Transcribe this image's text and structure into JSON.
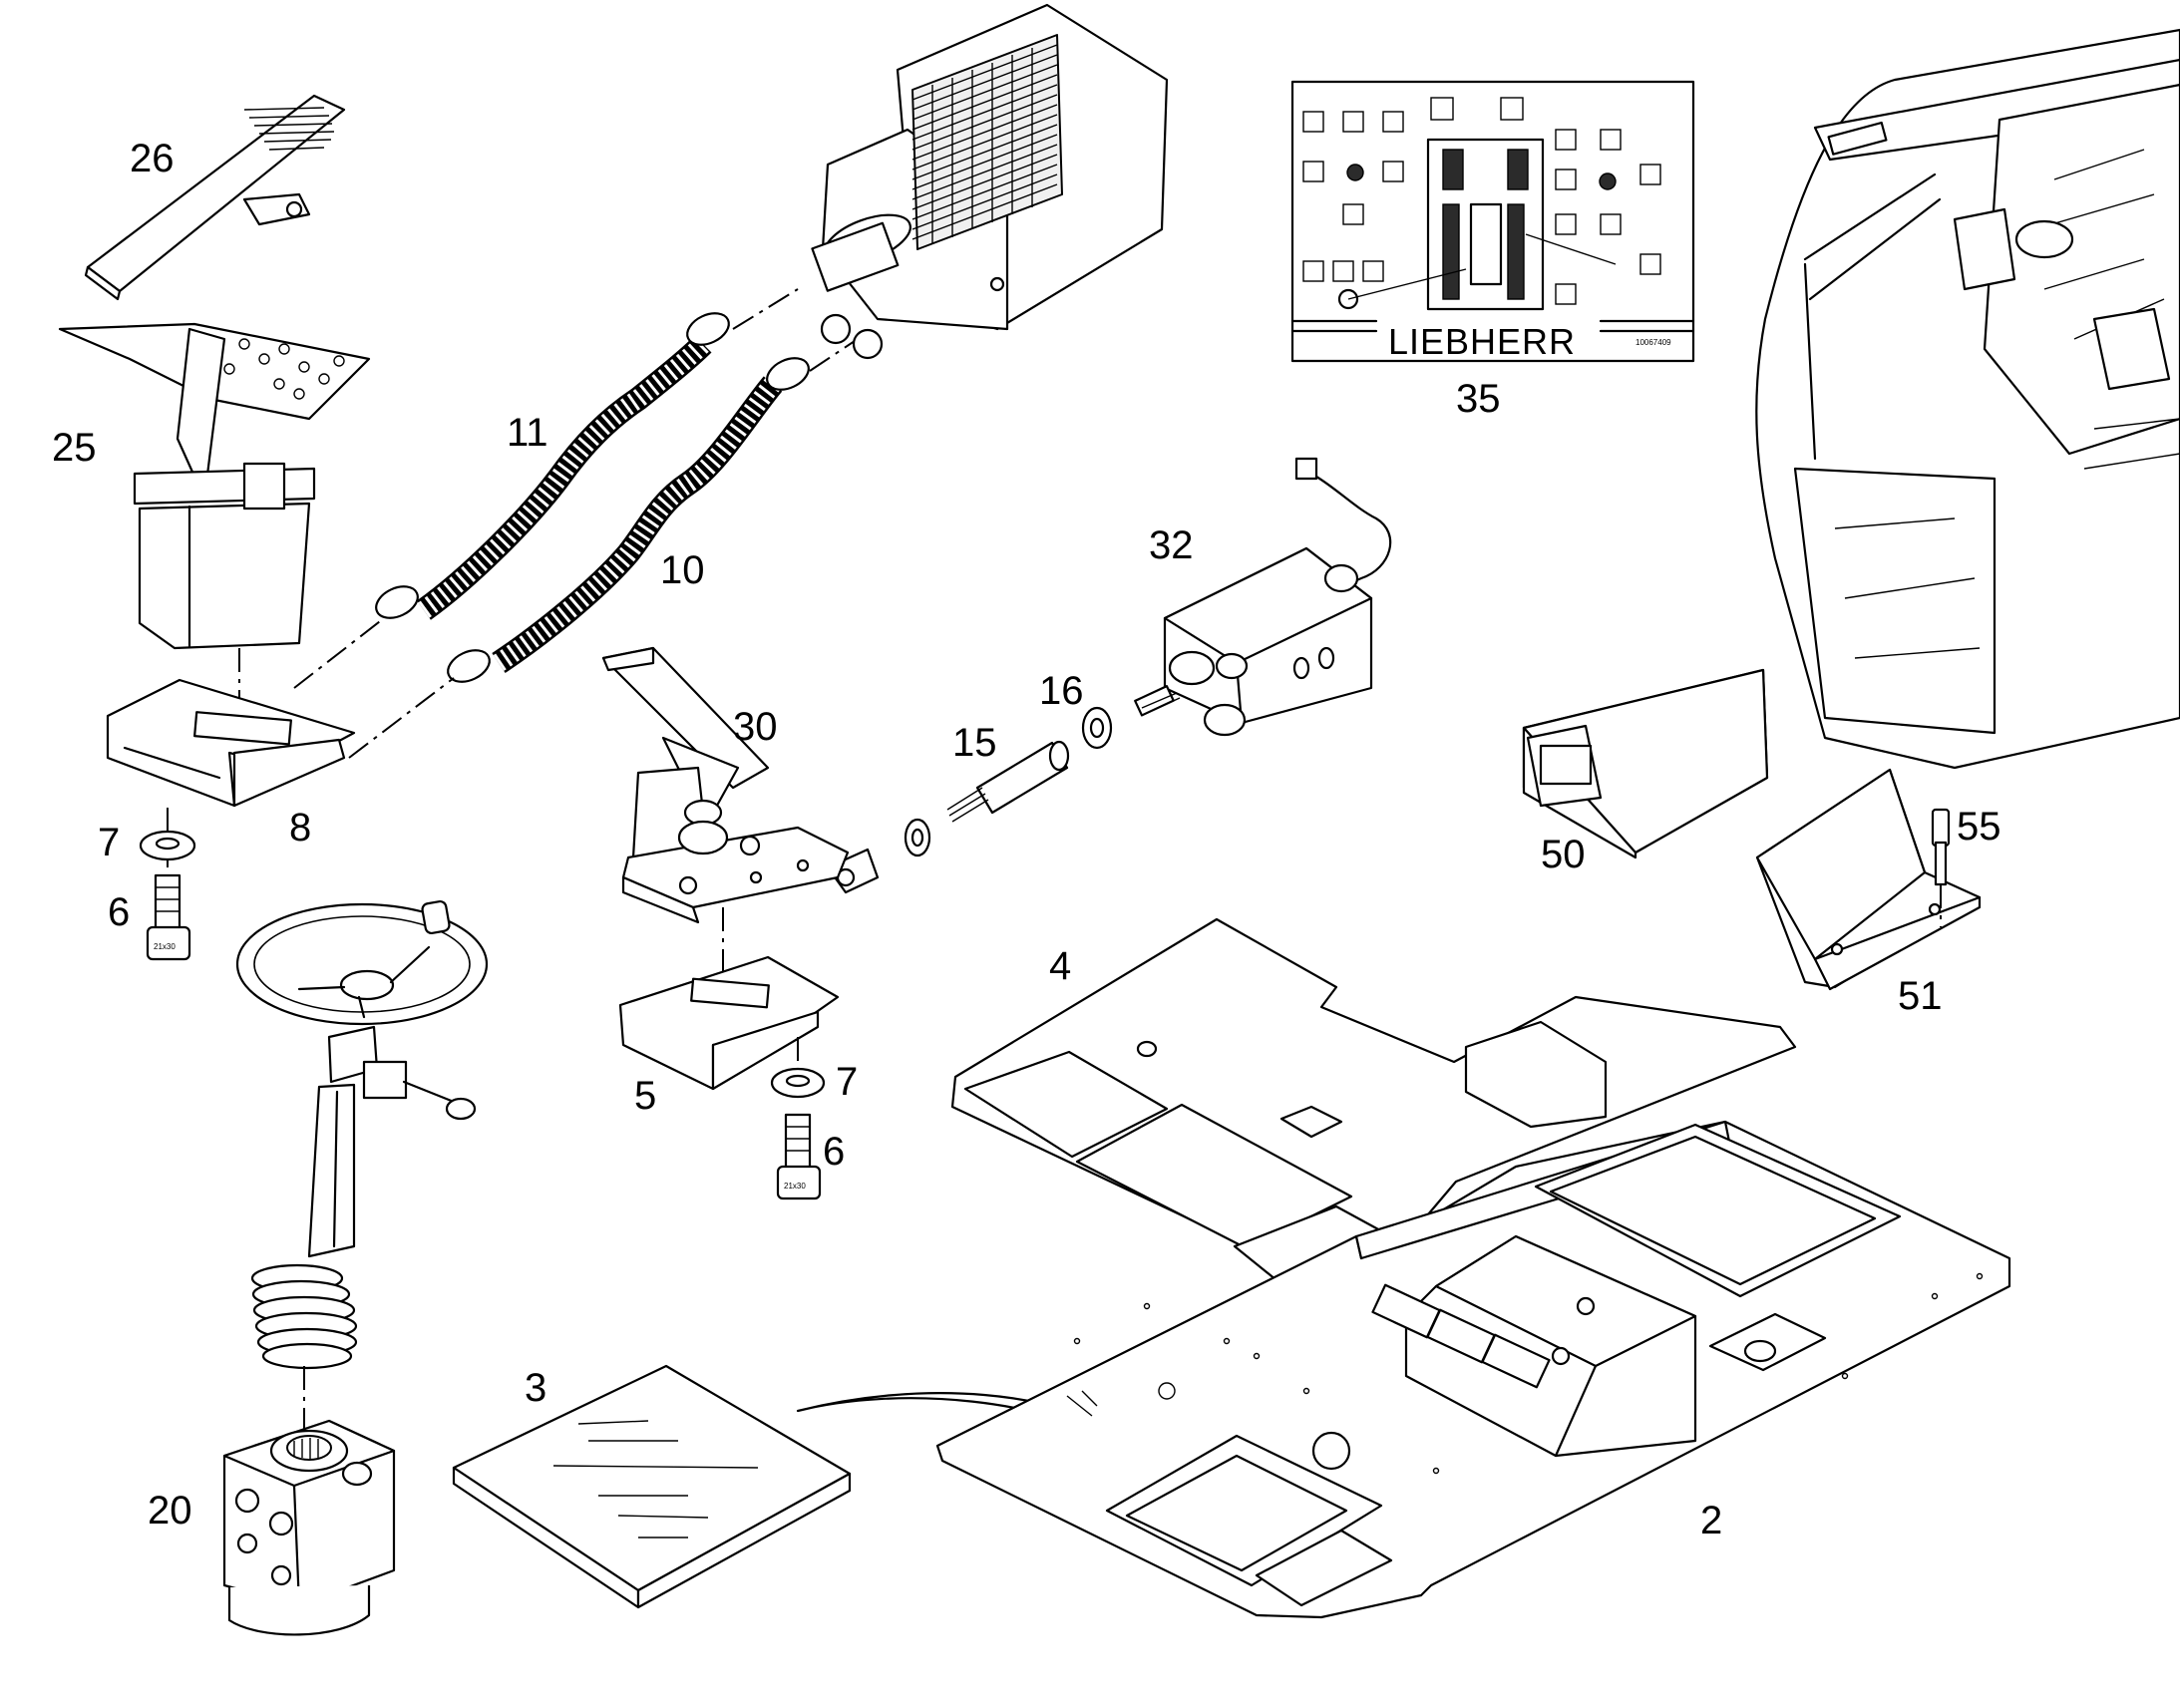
{
  "diagram": {
    "callouts": {
      "c26": "26",
      "c25": "25",
      "c11": "11",
      "c10": "10",
      "c8": "8",
      "c7a": "7",
      "c6a": "6",
      "c30": "30",
      "c32": "32",
      "c16": "16",
      "c15": "15",
      "c5": "5",
      "c7b": "7",
      "c6b": "6",
      "c35": "35",
      "c50": "50",
      "c51": "51",
      "c55": "55",
      "c4": "4",
      "c3": "3",
      "c2": "2",
      "c20": "20"
    },
    "decal": {
      "brand": "LIEBHERR",
      "part_code": "10067409"
    },
    "colors": {
      "line": "#000000",
      "background": "#ffffff"
    }
  }
}
